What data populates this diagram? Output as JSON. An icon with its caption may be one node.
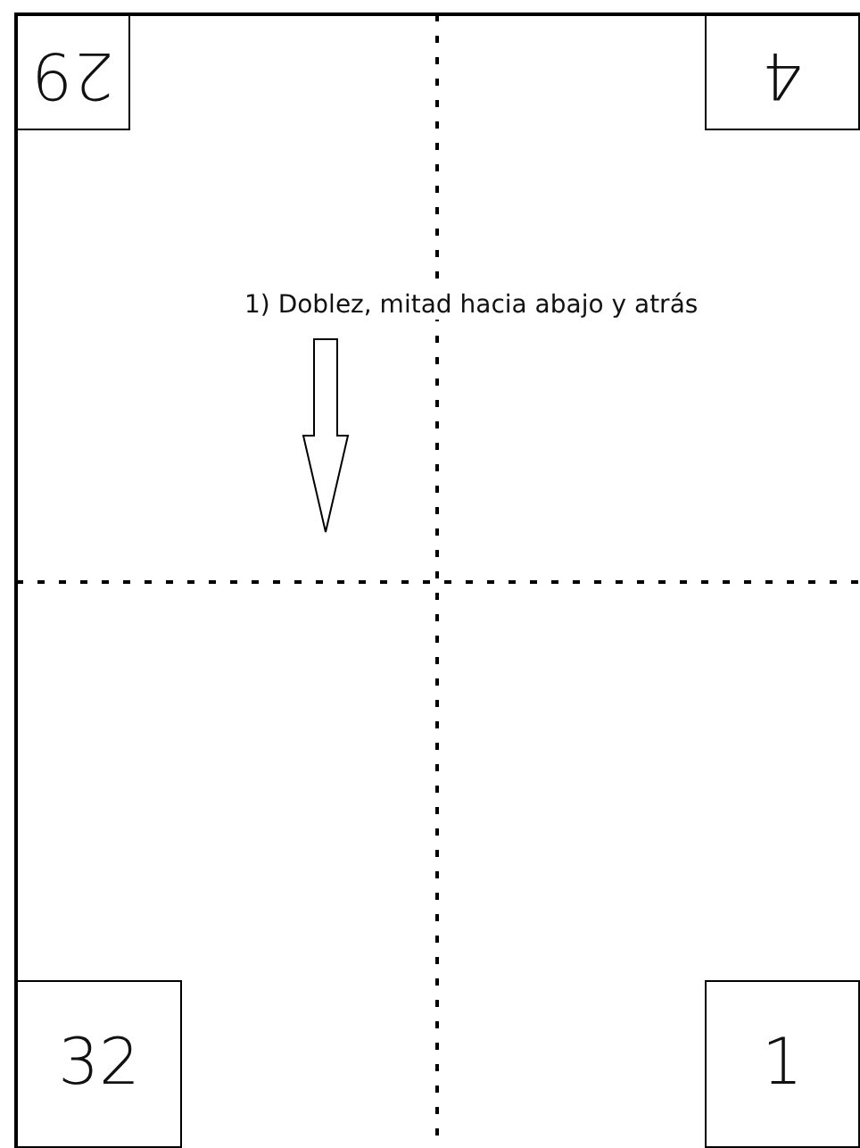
{
  "diagram": {
    "nodes": [
      {
        "text": [
          "29"
        ]
      },
      {
        "text": [
          "4"
        ]
      },
      {
        "text": [
          "32"
        ]
      },
      {
        "text": [
          "1"
        ]
      }
    ],
    "labels": [
      "1) Doblez, mitad hacia abajo y atrás"
    ]
  }
}
